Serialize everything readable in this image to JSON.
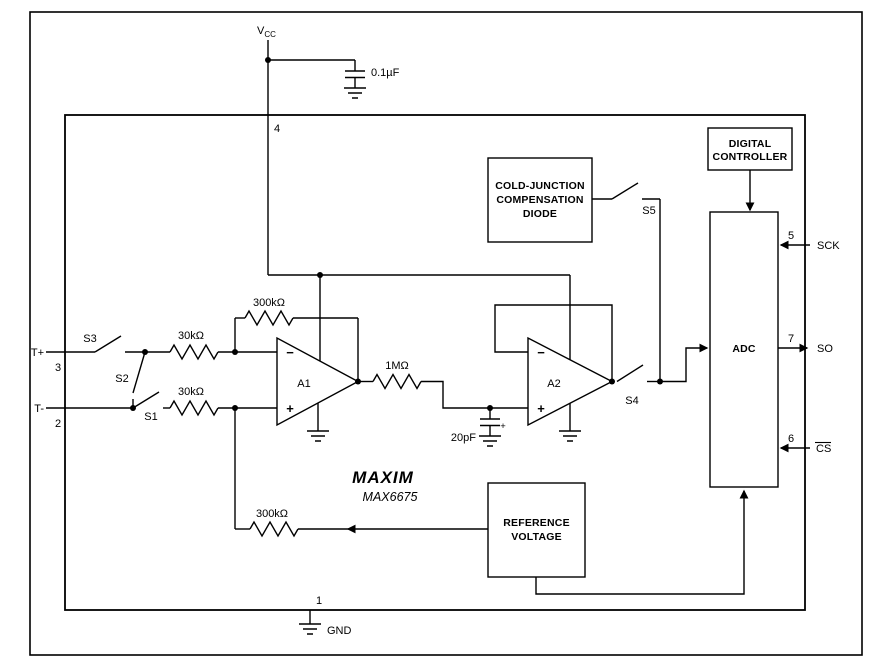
{
  "figure": {
    "type": "circuit-functional-diagram",
    "device": "MAX6675"
  },
  "style": {
    "ink": "#000000",
    "background": "#ffffff"
  },
  "power": {
    "vcc_label": "V",
    "vcc_subscript": "CC",
    "bypass_cap_value": "0.1µF",
    "vcc_pin": "4",
    "gnd_label": "GND",
    "gnd_pin": "1"
  },
  "thermocouple_inputs": {
    "t_plus_label": "T+",
    "t_plus_pin": "3",
    "t_minus_label": "T-",
    "t_minus_pin": "2",
    "switch_s1": "S1",
    "switch_s2": "S2",
    "switch_s3": "S3"
  },
  "amplifier_stage": {
    "r_input_top": "30kΩ",
    "r_input_bottom": "30kΩ",
    "r_feedback_top": "300kΩ",
    "r_feedback_bottom": "300kΩ",
    "r_interstage": "1MΩ",
    "filter_cap_value": "20pF",
    "filter_cap_polarity": "+",
    "a1_label": "A1",
    "a2_label": "A2",
    "inverting_input": "−",
    "noninverting_input": "+",
    "switch_s4": "S4",
    "switch_s5": "S5"
  },
  "blocks": {
    "cold_junction": [
      "COLD-JUNCTION",
      "COMPENSATION",
      "DIODE"
    ],
    "digital_controller": [
      "DIGITAL",
      "CONTROLLER"
    ],
    "reference": [
      "REFERENCE",
      "VOLTAGE"
    ],
    "adc": "ADC"
  },
  "digital_interface": {
    "sck_pin": "5",
    "sck_label": "SCK",
    "so_pin": "7",
    "so_label": "SO",
    "cs_pin": "6",
    "cs_label": "CS"
  },
  "branding": {
    "logo": "MAXIM",
    "part_number": "MAX6675"
  }
}
